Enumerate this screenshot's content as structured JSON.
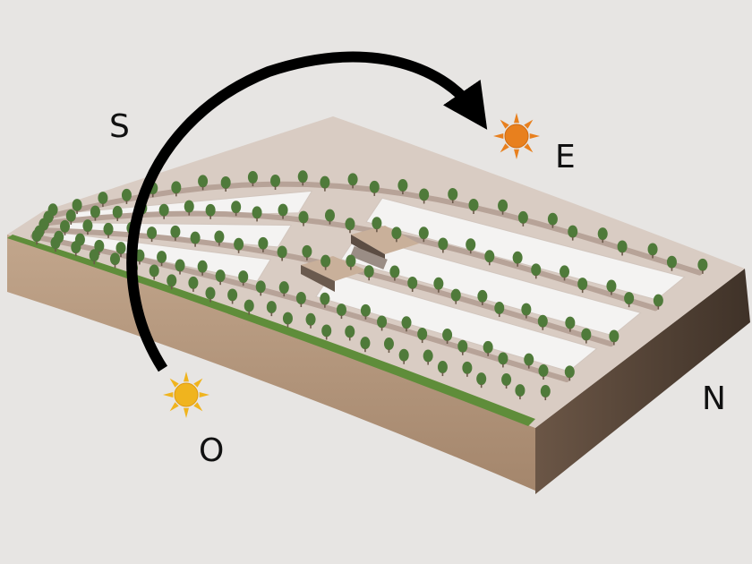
{
  "compass": {
    "south": "S",
    "east": "E",
    "west": "O",
    "north": "N"
  },
  "colors": {
    "background": "#e7e5e3",
    "earth_side": "#b0957c",
    "earth_front": "#a88a70",
    "earth_dark": "#4a3b2f",
    "lot": "#f4f3f2",
    "street": "#b7a398",
    "tree": "#4f7a3a",
    "grass": "#5f8d3a",
    "sun_rising": "#f0b41e",
    "sun_setting": "#e8801e",
    "arrow": "#000000"
  },
  "icons": {
    "sun_west": "sun-icon",
    "sun_east": "sun-icon"
  }
}
